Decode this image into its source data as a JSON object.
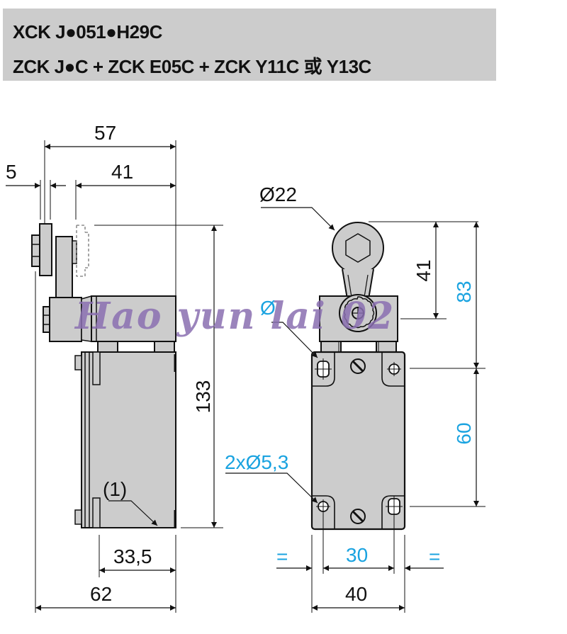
{
  "header": {
    "line1": "XCK J●051●H29C",
    "line2": "ZCK J●C + ZCK E05C + ZCK Y11C 或  Y13C"
  },
  "side_view": {
    "dims": {
      "overall_width": "57",
      "roller_offset": "5",
      "lever_reach": "41",
      "overall_height": "133",
      "body_depth": "33,5",
      "total_depth": "62"
    },
    "note_marker": "(1)"
  },
  "front_view": {
    "dims": {
      "roller_diameter": "Ø22",
      "roller_to_axis": "41",
      "roller_to_mount": "83",
      "mount_spacing_v": "60",
      "hole_spec": "2xØ5,3",
      "hole_symbol": "Ø",
      "mount_spacing_h": "30",
      "body_width": "40",
      "equal_left": "=",
      "equal_right": "="
    }
  },
  "watermark": "Hao yun lai 02",
  "colors": {
    "header_bg": "#cccccc",
    "body_fill": "#cccccc",
    "line": "#111111",
    "blue_dim": "#1aa3e0",
    "watermark": "#8a6fb0"
  }
}
